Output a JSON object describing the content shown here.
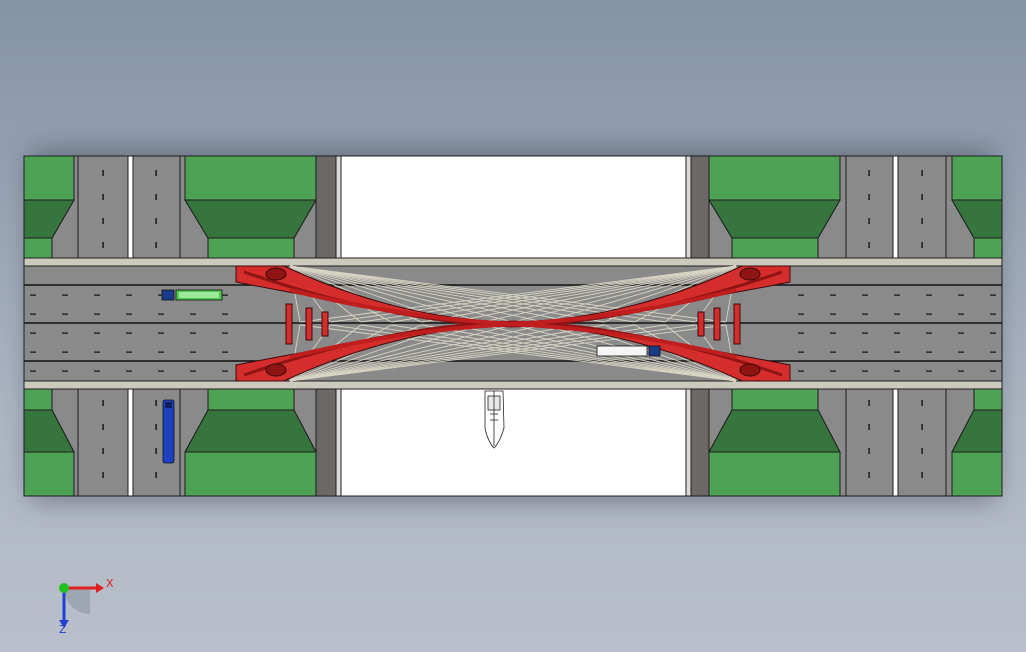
{
  "window": {
    "title": ""
  },
  "scene": {
    "type": "cad-3d-viewport",
    "view": "top",
    "model": "bridge-with-highway",
    "colors": {
      "background_top": "#8593a7",
      "background_bottom": "#b9c0cb",
      "grass": "#4ea254",
      "grass_dark": "#36753d",
      "road": "#8a8a8a",
      "road_dark": "#6b6866",
      "sidewalk": "#ccc9bd",
      "water": "#ffffff",
      "bridge_arch": "#d52c2c",
      "bridge_arch_dark": "#8f1414",
      "lane_line": "#111111",
      "outline": "#1e1e1e"
    },
    "vehicles": [
      {
        "name": "truck-green",
        "color": "#4fc850",
        "cab_color": "#1a3a8c",
        "direction": "west"
      },
      {
        "name": "truck-white",
        "color": "#f5f5f5",
        "cab_color": "#1a3a8c",
        "direction": "east"
      },
      {
        "name": "bus-blue",
        "color": "#1d40c0",
        "direction": "north"
      },
      {
        "name": "boat",
        "color": "#ffffff",
        "direction": "south"
      }
    ]
  },
  "triad": {
    "x_label": "X",
    "z_label": "Z",
    "x_color": "#e02020",
    "z_color": "#2040d0",
    "y_color": "#20c020"
  }
}
